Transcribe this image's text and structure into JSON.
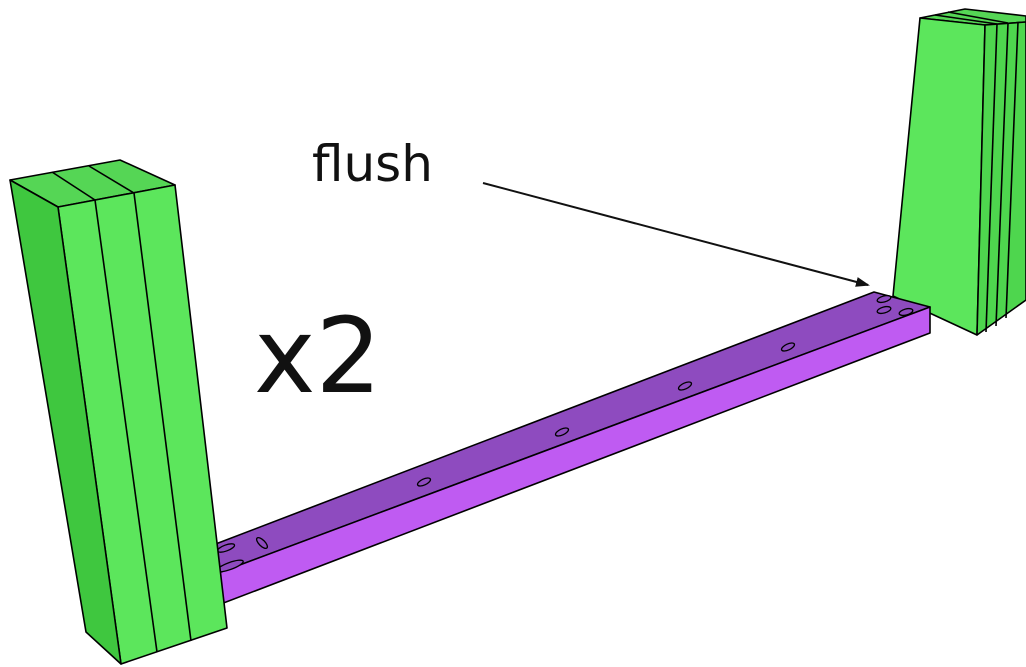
{
  "labels": {
    "flush": "flush",
    "count": "x2"
  },
  "colors": {
    "leg_front": "#5CE65C",
    "leg_side": "#3FC73F",
    "leg_top": "#55D655",
    "rail_top": "#8E4BBF",
    "rail_front": "#BF5BF2",
    "outline": "#000000",
    "arrow": "#111111"
  },
  "parts": {
    "legs": [
      "left-leg",
      "right-leg"
    ],
    "rail": "bottom-rail",
    "rail_pocket_holes": 10
  }
}
